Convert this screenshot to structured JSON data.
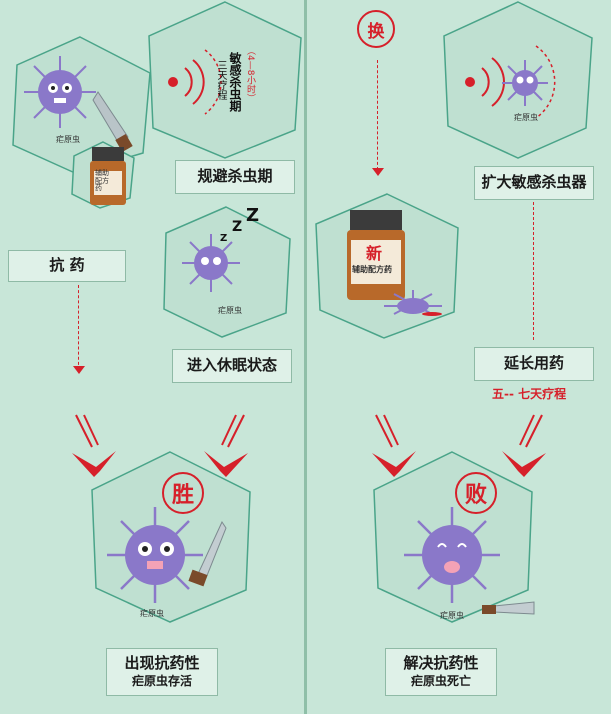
{
  "left": {
    "parasite_label_1": "疟原虫",
    "bottle_label": "辅助配方药",
    "period_text": "敏感杀虫期",
    "period_hours": "（4—8小时）",
    "period_course": "三天疗程",
    "avoid_label": "规避杀虫期",
    "drug_label": "抗  药",
    "dormant_parasite_label": "疟原虫",
    "dormant_label": "进入休眠状态",
    "win_seal": "胜",
    "result_parasite_label": "疟原虫",
    "result_title": "出现抗药性",
    "result_sub": "疟原虫存活"
  },
  "right": {
    "switch_seal": "换",
    "parasite_label_1": "疟原虫",
    "expand_label": "扩大敏感杀虫器",
    "new_bottle_main": "新",
    "new_bottle_sub": "辅助配方药",
    "extend_label": "延长用药",
    "course_text": "五-- 七天疗程",
    "lose_seal": "败",
    "result_parasite_label": "疟原虫",
    "result_title": "解决抗药性",
    "result_sub": "疟原虫死亡"
  },
  "colors": {
    "background": "#c8e6d8",
    "accent_red": "#d6202a",
    "parasite_purple": "#8a78c9",
    "panel": "#dff1e8"
  }
}
